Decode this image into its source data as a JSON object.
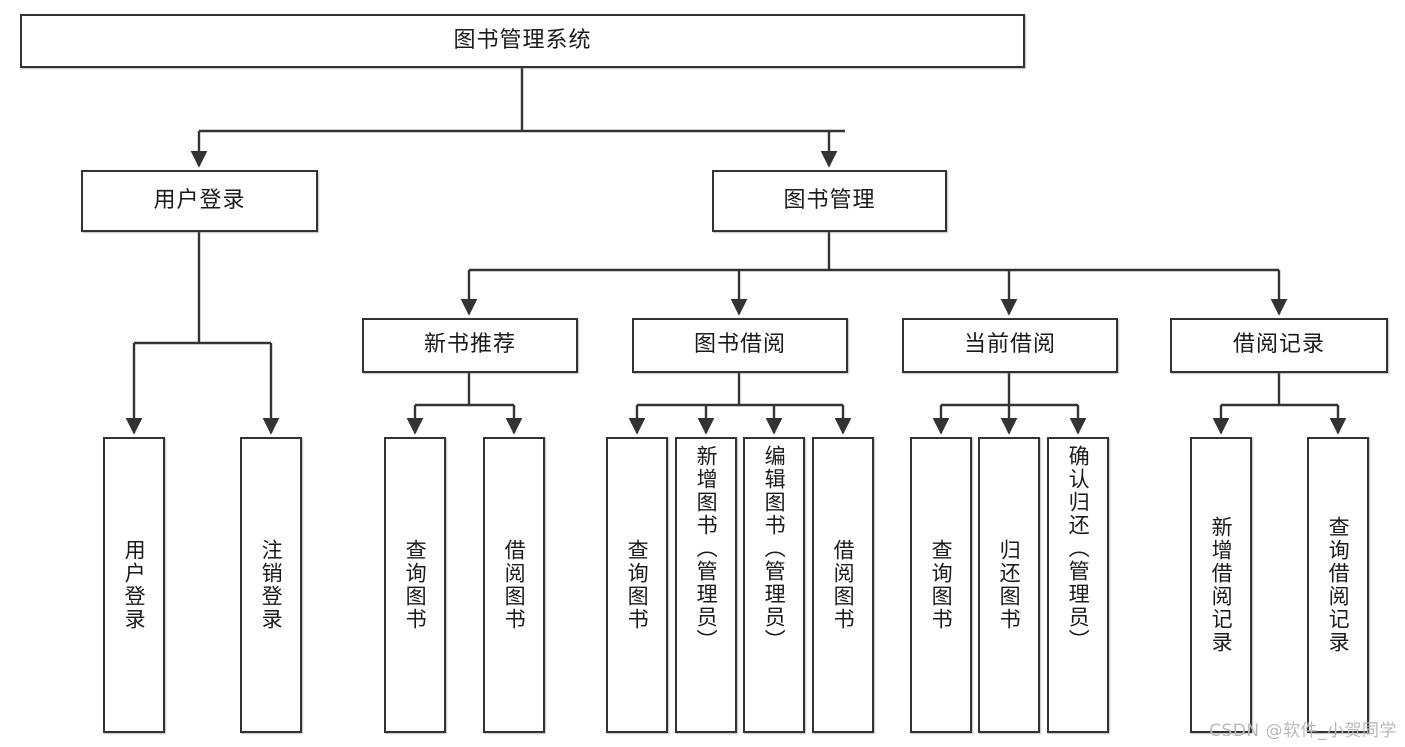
{
  "diagram": {
    "title": "图书管理系统",
    "watermark": "CSDN @软件_小贺同学",
    "colors": {
      "background": "#ffffff",
      "node_border": "#333333",
      "node_fill": "#ffffff",
      "edge": "#333333",
      "text": "#1a1a1a",
      "watermark": "#b9b9b9"
    },
    "root": {
      "label": "图书管理系统",
      "orientation": "horizontal"
    },
    "level2": [
      {
        "label": "用户登录",
        "orientation": "horizontal"
      },
      {
        "label": "图书管理",
        "orientation": "horizontal"
      }
    ],
    "level3": [
      {
        "label": "新书推荐",
        "orientation": "horizontal",
        "parent": "图书管理"
      },
      {
        "label": "图书借阅",
        "orientation": "horizontal",
        "parent": "图书管理"
      },
      {
        "label": "当前借阅",
        "orientation": "horizontal",
        "parent": "图书管理"
      },
      {
        "label": "借阅记录",
        "orientation": "horizontal",
        "parent": "图书管理"
      }
    ],
    "leaves": [
      {
        "label": "用户登录",
        "orientation": "vertical",
        "parent": "用户登录"
      },
      {
        "label": "注销登录",
        "orientation": "vertical",
        "parent": "用户登录"
      },
      {
        "label": "查询图书",
        "orientation": "vertical",
        "parent": "新书推荐"
      },
      {
        "label": "借阅图书",
        "orientation": "vertical",
        "parent": "新书推荐"
      },
      {
        "label": "查询图书",
        "orientation": "vertical",
        "parent": "图书借阅"
      },
      {
        "label": "新增图书（管理员）",
        "orientation": "vertical",
        "parent": "图书借阅"
      },
      {
        "label": "编辑图书（管理员）",
        "orientation": "vertical",
        "parent": "图书借阅"
      },
      {
        "label": "借阅图书",
        "orientation": "vertical",
        "parent": "图书借阅"
      },
      {
        "label": "查询图书",
        "orientation": "vertical",
        "parent": "当前借阅"
      },
      {
        "label": "归还图书",
        "orientation": "vertical",
        "parent": "当前借阅"
      },
      {
        "label": "确认归还（管理员）",
        "orientation": "vertical",
        "parent": "当前借阅"
      },
      {
        "label": "新增借阅记录",
        "orientation": "vertical",
        "parent": "借阅记录"
      },
      {
        "label": "查询借阅记录",
        "orientation": "vertical",
        "parent": "借阅记录"
      }
    ]
  }
}
